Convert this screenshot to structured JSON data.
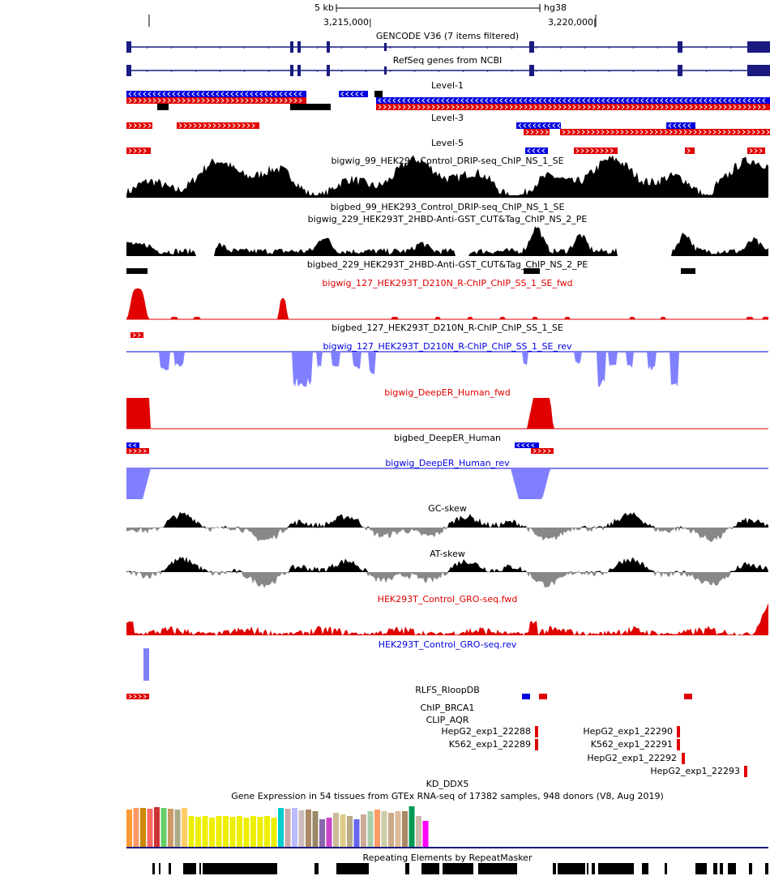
{
  "ruler": {
    "scale_label": "5 kb",
    "assembly": "hg38",
    "pos1": "3,215,000|",
    "pos2": "3,220,000|"
  },
  "tracks": {
    "gencode": "GENCODE V36 (7 items filtered)",
    "refseq": "RefSeq genes from NCBI",
    "level1": "Level-1",
    "level3": "Level-3",
    "level5": "Level-5",
    "bigwig99": "bigwig_99_HEK293_Control_DRIP-seq_ChIP_NS_1_SE",
    "bigbed99": "bigbed_99_HEK293_Control_DRIP-seq_ChIP_NS_1_SE",
    "bigwig229": "bigwig_229_HEK293T_2HBD-Anti-GST_CUT&Tag_ChIP_NS_2_PE",
    "bigbed229": "bigbed_229_HEK293T_2HBD-Anti-GST_CUT&Tag_ChIP_NS_2_PE",
    "bigwig127fwd": "bigwig_127_HEK293T_D210N_R-ChIP_ChIP_SS_1_SE_fwd",
    "bigbed127": "bigbed_127_HEK293T_D210N_R-ChIP_ChIP_SS_1_SE",
    "bigwig127rev": "bigwig_127_HEK293T_D210N_R-ChIP_ChIP_SS_1_SE_rev",
    "deeperFwd": "bigwig_DeepER_Human_fwd",
    "deeperBed": "bigbed_DeepER_Human",
    "deeperRev": "bigwig_DeepER_Human_rev",
    "gcskew": "GC-skew",
    "atskew": "AT-skew",
    "groFwd": "HEK293T_Control_GRO-seq.fwd",
    "groRev": "HEK293T_Control_GRO-seq.rev",
    "rlfs": "RLFS_RloopDB",
    "brca1": "ChIP_BRCA1",
    "aqr": "CLIP_AQR",
    "kdddx5": "KD_DDX5",
    "gtex": "Gene Expression in 54 tissues from GTEx RNA-seq of 17382 samples, 948 donors (V8, Aug 2019)",
    "rmsk": "Repeating Elements by RepeatMasker"
  },
  "aqr_items": [
    {
      "label": "HepG2_exp1_22288"
    },
    {
      "label": "K562_exp1_22289"
    },
    {
      "label": "HepG2_exp1_22290"
    },
    {
      "label": "K562_exp1_22291"
    },
    {
      "label": "HepG2_exp1_22292"
    },
    {
      "label": "HepG2_exp1_22293"
    }
  ],
  "colors": {
    "forward": "#e00000",
    "reverse": "#0000e0",
    "rev_signal": "#8080ff",
    "neutral": "#000000",
    "gene": "#1a1a80",
    "skew_neg": "#888888"
  },
  "gtex_bar_colors": [
    "#ff9933",
    "#ff9966",
    "#cc8800",
    "#ff6666",
    "#cc3333",
    "#66cc66",
    "#cc9966",
    "#aaaa88",
    "#ffcc66",
    "#eeee00",
    "#eeee00",
    "#eeee00",
    "#eeee00",
    "#eeee00",
    "#eeee00",
    "#eeee00",
    "#eeee00",
    "#eeee00",
    "#eeee00",
    "#eeee00",
    "#eeee00",
    "#eeee00",
    "#00cccc",
    "#ccaaaa",
    "#bbbbff",
    "#ccbbbb",
    "#aa8866",
    "#998866",
    "#8866aa",
    "#cc44cc",
    "#ccbb99",
    "#ddcc88",
    "#bbaa88",
    "#6666ee",
    "#ccaa99",
    "#aaccaa",
    "#ff9966",
    "#ccccaa",
    "#ccaa88",
    "#ddbb99",
    "#aa8866",
    "#009955",
    "#ccbbaa",
    "#ff00ff"
  ]
}
